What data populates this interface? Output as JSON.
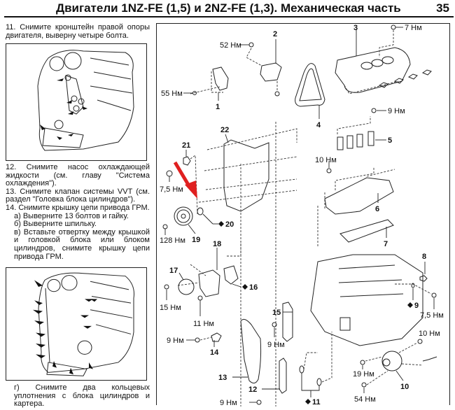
{
  "header": {
    "title": "Двигатели 1NZ-FE (1,5) и 2NZ-FE (1,3). Механическая часть",
    "page_number": "35"
  },
  "steps": {
    "step11": "11. Снимите кронштейн правой опоры двигателя, выверну четыре болта.",
    "step12": "12. Снимите насос охлаждающей жидкости (см. главу \"Система охлаждения\").",
    "step13": "13. Снимите клапан системы VVT (см. раздел \"Головка блока цилиндров\").",
    "step14": "14. Снимите крышку цепи привода ГРМ.",
    "step14a": "а) Выверните 13 болтов и гайку.",
    "step14b": "б) Выверните шпильку.",
    "step14c": "в) Вставьте отвертку между крышкой и головкой блока или блоком цилиндров, снимите крышку цепи привода ГРМ.",
    "step14d": "г) Снимите два кольцевых уплотнения с блока цилиндров и картера."
  },
  "diagram": {
    "accent_color": "#e02020",
    "part_numbers": {
      "p1": "1",
      "p2": "2",
      "p3": "3",
      "p4": "4",
      "p5": "5",
      "p6": "6",
      "p7": "7",
      "p8": "8",
      "p9": "9",
      "p10": "10",
      "p11": "11",
      "p12": "12",
      "p13": "13",
      "p14": "14",
      "p15": "15",
      "p16": "16",
      "p17": "17",
      "p18": "18",
      "p19": "19",
      "p20": "20",
      "p21": "21",
      "p22": "22"
    },
    "torques": {
      "t52": "52 Нм",
      "t55": "55 Нм",
      "t7": "7 Нм",
      "t9a": "9 Нм",
      "t10a": "10 Нм",
      "t75a": "7,5 Нм",
      "t128": "128 Нм",
      "t15": "15 Нм",
      "t11": "11 Нм",
      "t9b": "9 Нм",
      "t9c": "9 Нм",
      "t9d": "9 Нм",
      "t75b": "7,5 Нм",
      "t10b": "10 Нм",
      "t19": "19 Нм",
      "t54": "54 Нм"
    }
  }
}
